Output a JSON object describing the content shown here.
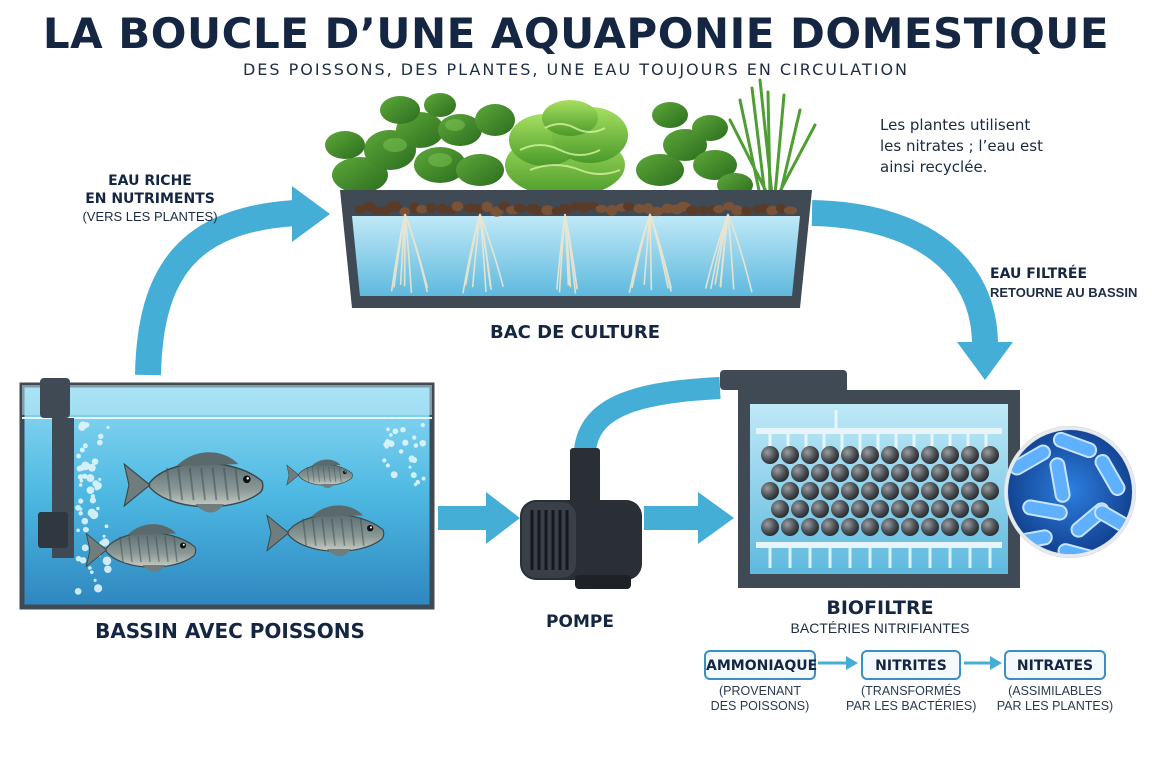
{
  "title": "LA BOUCLE D’UNE AQUAPONIE DOMESTIQUE",
  "subtitle": "DES POISSONS, DES PLANTES, UNE EAU TOUJOURS EN CIRCULATION",
  "labels": {
    "nutrient_line1": "EAU RICHE",
    "nutrient_line2": "EN NUTRIMENTS",
    "nutrient_line3": "(VERS LES PLANTES)",
    "plants_note_line1": "Les plantes utilisent",
    "plants_note_line2": "les nitrates ; l’eau est",
    "plants_note_line3": "ainsi recyclée.",
    "grow_bed": "BAC DE CULTURE",
    "filtered_line1": "EAU FILTRÉE",
    "filtered_line2": "RETOURNE AU BASSIN",
    "fish_tank": "BASSIN AVEC POISSONS",
    "pump": "POMPE",
    "biofilter": "BIOFILTRE",
    "biofilter_sub": "BACTÉRIES NITRIFIANTES"
  },
  "cycle": [
    {
      "name": "AMMONIAQUE",
      "note_line1": "(PROVENANT",
      "note_line2": "DES POISSONS)"
    },
    {
      "name": "NITRITES",
      "note_line1": "(TRANSFORMÉS",
      "note_line2": "PAR LES BACTÉRIES)"
    },
    {
      "name": "NITRATES",
      "note_line1": "(ASSIMILABLES",
      "note_line2": "PAR LES PLANTES)"
    }
  ],
  "colors": {
    "arrow": "#45aed6",
    "water": "#5cc3e6",
    "frame": "#3f4a55",
    "title": "#142642",
    "box_border": "#3b8fc5"
  }
}
